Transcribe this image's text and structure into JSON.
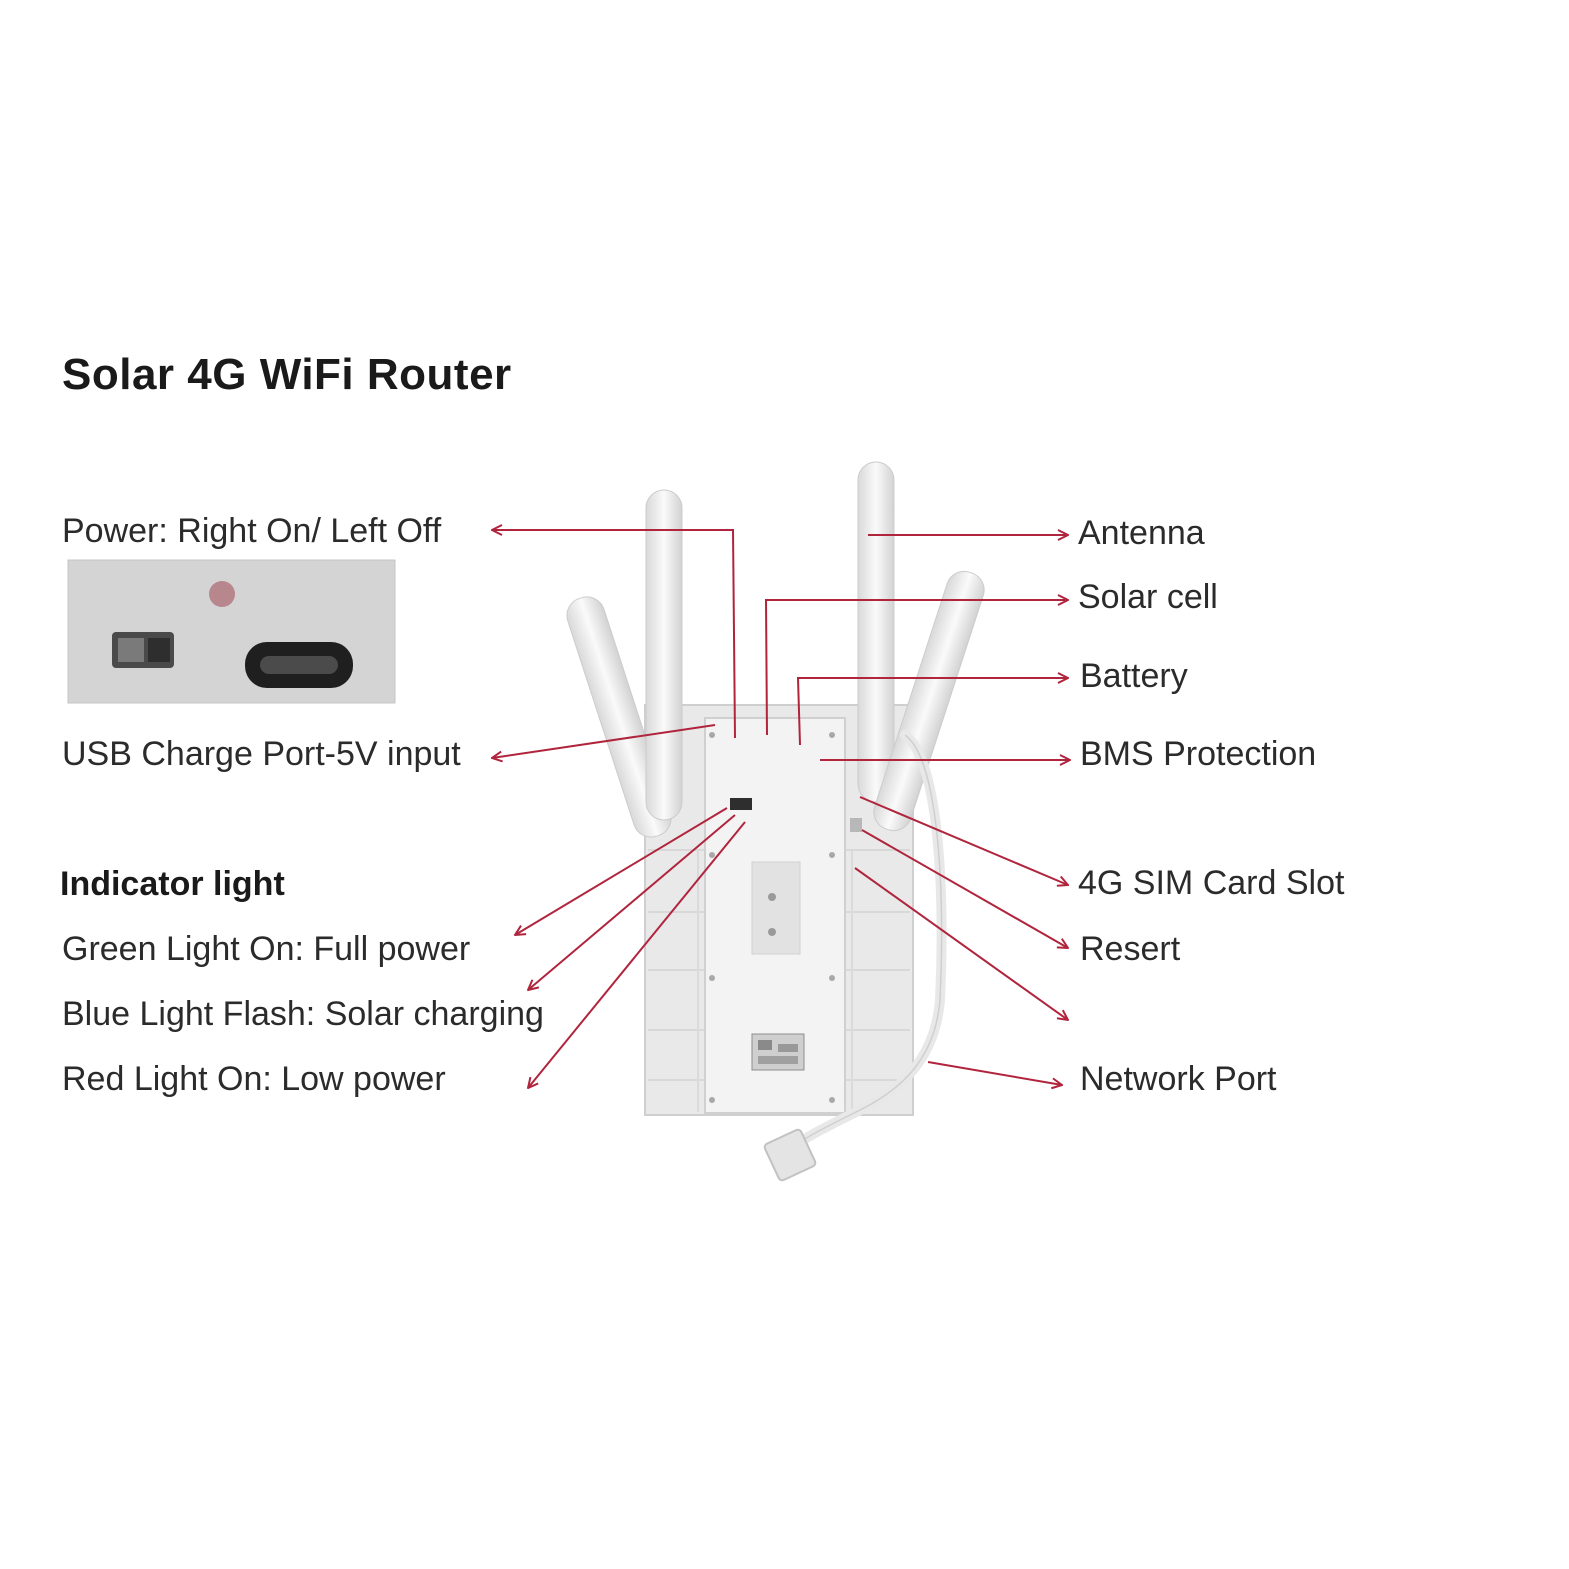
{
  "title": "Solar 4G WiFi Router",
  "left_labels": {
    "power": "Power: Right On/ Left Off",
    "usb": "USB Charge Port-5V input",
    "indicator_heading": "Indicator light",
    "green": "Green Light On: Full power",
    "blue": "Blue Light Flash: Solar charging",
    "red": "Red Light On: Low power"
  },
  "right_labels": {
    "antenna": "Antenna",
    "solar": "Solar cell",
    "battery": "Battery",
    "bms": "BMS Protection",
    "sim": "4G SIM Card Slot",
    "reset": "Resert",
    "network": "Network Port"
  },
  "colors": {
    "arrow": "#b0253d",
    "device": "#ececec",
    "device_edge": "#c8c8c8",
    "inset_bg": "#d4d4d4"
  }
}
